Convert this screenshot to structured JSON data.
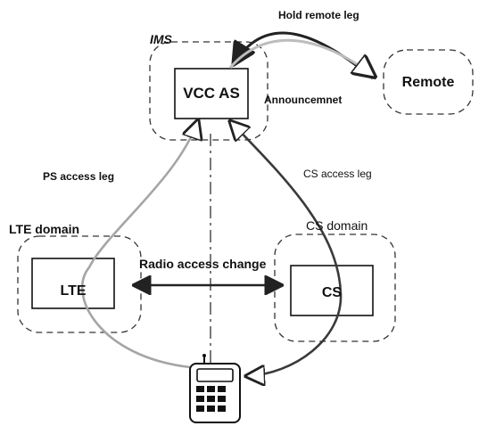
{
  "domains": {
    "ims": "IMS",
    "lte": "LTE domain",
    "cs": "CS domain"
  },
  "nodes": {
    "vcc_as": "VCC AS",
    "remote": "Remote",
    "lte": "LTE",
    "cs": "CS"
  },
  "labels": {
    "hold_remote_leg": "Hold remote leg",
    "announcement": "Announcemnet",
    "ps_access_leg": "PS access leg",
    "cs_access_leg": "CS access leg",
    "radio_access_change": "Radio access change"
  },
  "colors": {
    "line": "#222222",
    "dash": "#333333",
    "ps_leg": "#9a9a9a",
    "cs_leg": "#444444"
  }
}
